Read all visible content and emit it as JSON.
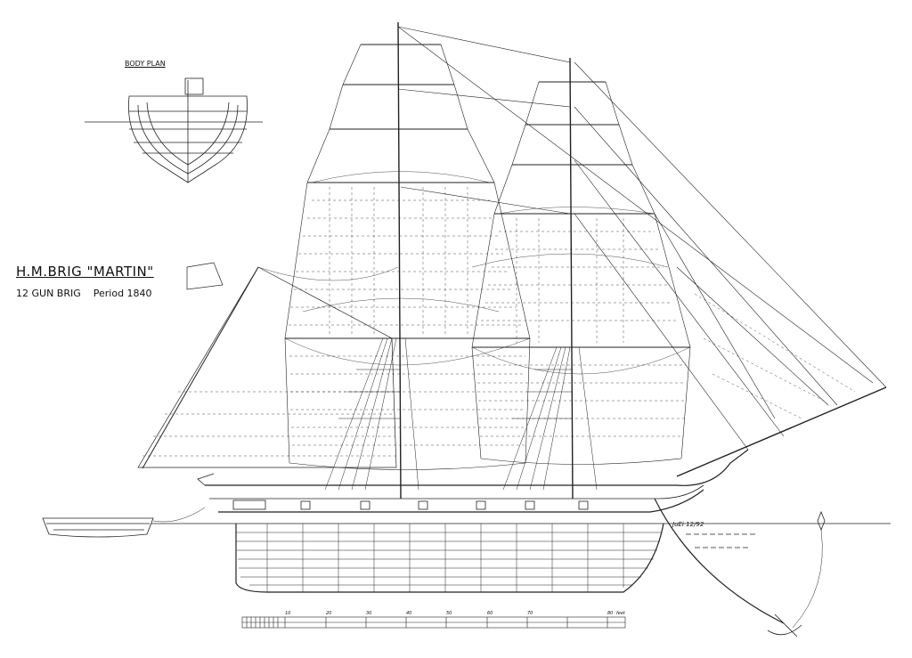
{
  "title": "H.M.BRIG \"MARTIN\"",
  "subtitle": {
    "type": "12 GUN BRIG",
    "period": "Period 1840"
  },
  "body_plan_label": "BODY PLAN",
  "signature": "JuEi 12/92",
  "scale": {
    "labels": [
      "10",
      "20",
      "30",
      "40",
      "50",
      "60",
      "70",
      "80"
    ],
    "unit": "feet"
  }
}
